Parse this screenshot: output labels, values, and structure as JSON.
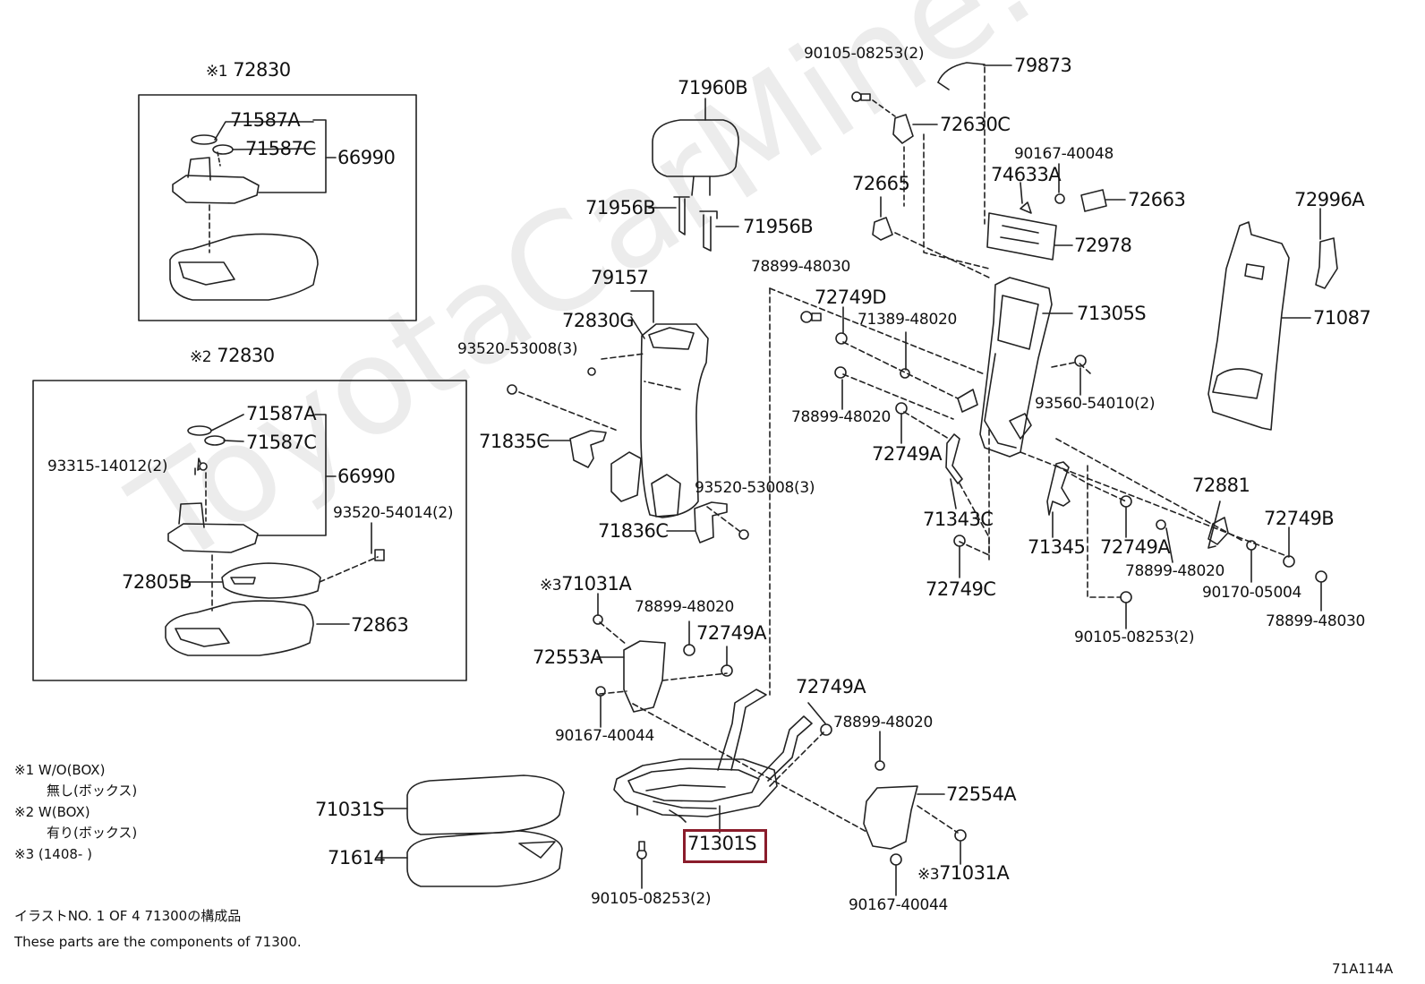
{
  "watermark": "ToyotaCarMine.ru",
  "illustration_code": "71A114A",
  "highlighted_part": "71301S",
  "box1": {
    "mark": "※1",
    "part": "72830",
    "parts": [
      "71587A",
      "71587C",
      "66990"
    ]
  },
  "box2": {
    "mark": "※2",
    "part": "72830",
    "parts": [
      "71587A",
      "71587C",
      "66990",
      "93315-14012(2)",
      "93520-54014(2)",
      "72805B",
      "72863"
    ]
  },
  "labels": {
    "p90105_top": "90105-08253(2)",
    "p79873": "79873",
    "p72630C": "72630C",
    "p90167_40048": "90167-40048",
    "p74633A": "74633A",
    "p72663": "72663",
    "p72665": "72665",
    "p72978": "72978",
    "p72996A": "72996A",
    "p71960B": "71960B",
    "p71956B_l": "71956B",
    "p71956B_r": "71956B",
    "p79157": "79157",
    "p72830G": "72830G",
    "p93520_53008_a": "93520-53008(3)",
    "p71835C": "71835C",
    "p93520_53008_b": "93520-53008(3)",
    "p71836C": "71836C",
    "p78899_48030_a": "78899-48030",
    "p72749D": "72749D",
    "p71389": "71389-48020",
    "p71305S": "71305S",
    "p71087": "71087",
    "p93560": "93560-54010(2)",
    "p78899_48020_a": "78899-48020",
    "p72749A_a": "72749A",
    "p71343C": "71343C",
    "p72749C": "72749C",
    "p71345": "71345",
    "p72749A_b": "72749A",
    "p78899_48020_b": "78899-48020",
    "p72881": "72881",
    "p72749B": "72749B",
    "p90170": "90170-05004",
    "p78899_48030_b": "78899-48030",
    "p90105_mid": "90105-08253(2)",
    "p71031A_a": "71031A",
    "p78899_48020_c": "78899-48020",
    "p72749A_c": "72749A",
    "p72553A": "72553A",
    "p90167_40044_a": "90167-40044",
    "p72749A_d": "72749A",
    "p78899_48020_d": "78899-48020",
    "p72554A": "72554A",
    "p71031A_b": "71031A",
    "p90167_40044_b": "90167-40044",
    "p90105_bot": "90105-08253(2)",
    "p71031S": "71031S",
    "p71614": "71614"
  },
  "marks": {
    "m3a": "※3",
    "m3b": "※3"
  },
  "notes": {
    "n1": "※1 W/O(BOX)",
    "n1j": "無し(ボックス)",
    "n2": "※2 W(BOX)",
    "n2j": "有り(ボックス)",
    "n3": "※3 (1408-       )",
    "footer_jp": "イラストNO.  1  OF 4    71300の構成品",
    "footer_en": "These parts are the components of 71300."
  }
}
